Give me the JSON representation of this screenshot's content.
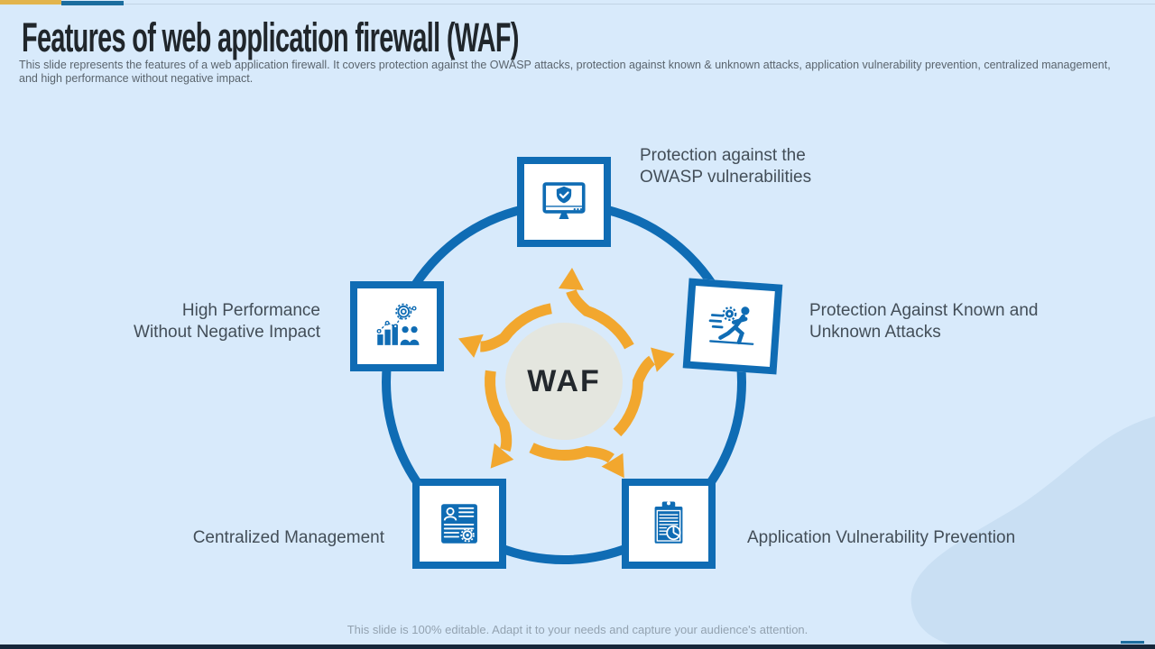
{
  "slide": {
    "title": "Features of web application firewall (WAF)",
    "subtitle": "This slide represents the features of a web application firewall. It covers protection against the OWASP  attacks, protection against known & unknown attacks, application vulnerability prevention, centralized management, and high performance without negative impact.",
    "footer": "This slide is 100% editable. Adapt it to your needs and capture your audience's attention."
  },
  "diagram": {
    "center_label": "WAF",
    "features": [
      {
        "position": "top",
        "icon": "secure-monitor",
        "label": "Protection against the OWASP vulnerabilities"
      },
      {
        "position": "right",
        "icon": "fast-attack-runner",
        "label": "Protection Against Known and Unknown Attacks"
      },
      {
        "position": "bottom-right",
        "icon": "vulnerability-clipboard",
        "label": "Application Vulnerability Prevention"
      },
      {
        "position": "bottom-left",
        "icon": "management-id-card",
        "label": "Centralized Management"
      },
      {
        "position": "left",
        "icon": "performance-chart",
        "label": "High Performance Without Negative Impact"
      }
    ]
  },
  "colors": {
    "background": "#d8eafb",
    "primary_blue": "#0f6cb4",
    "accent_yellow_bar": "#e2b44c",
    "accent_blue_bar": "#1b6d9e",
    "arrow_orange": "#f2a72e",
    "center_circle": "#e4e6df",
    "title_text": "#20262b",
    "body_text": "#434e58",
    "footer_text": "#93a2b0",
    "bottom_bar": "#16273a",
    "corner_blob": "#c9dff3"
  }
}
